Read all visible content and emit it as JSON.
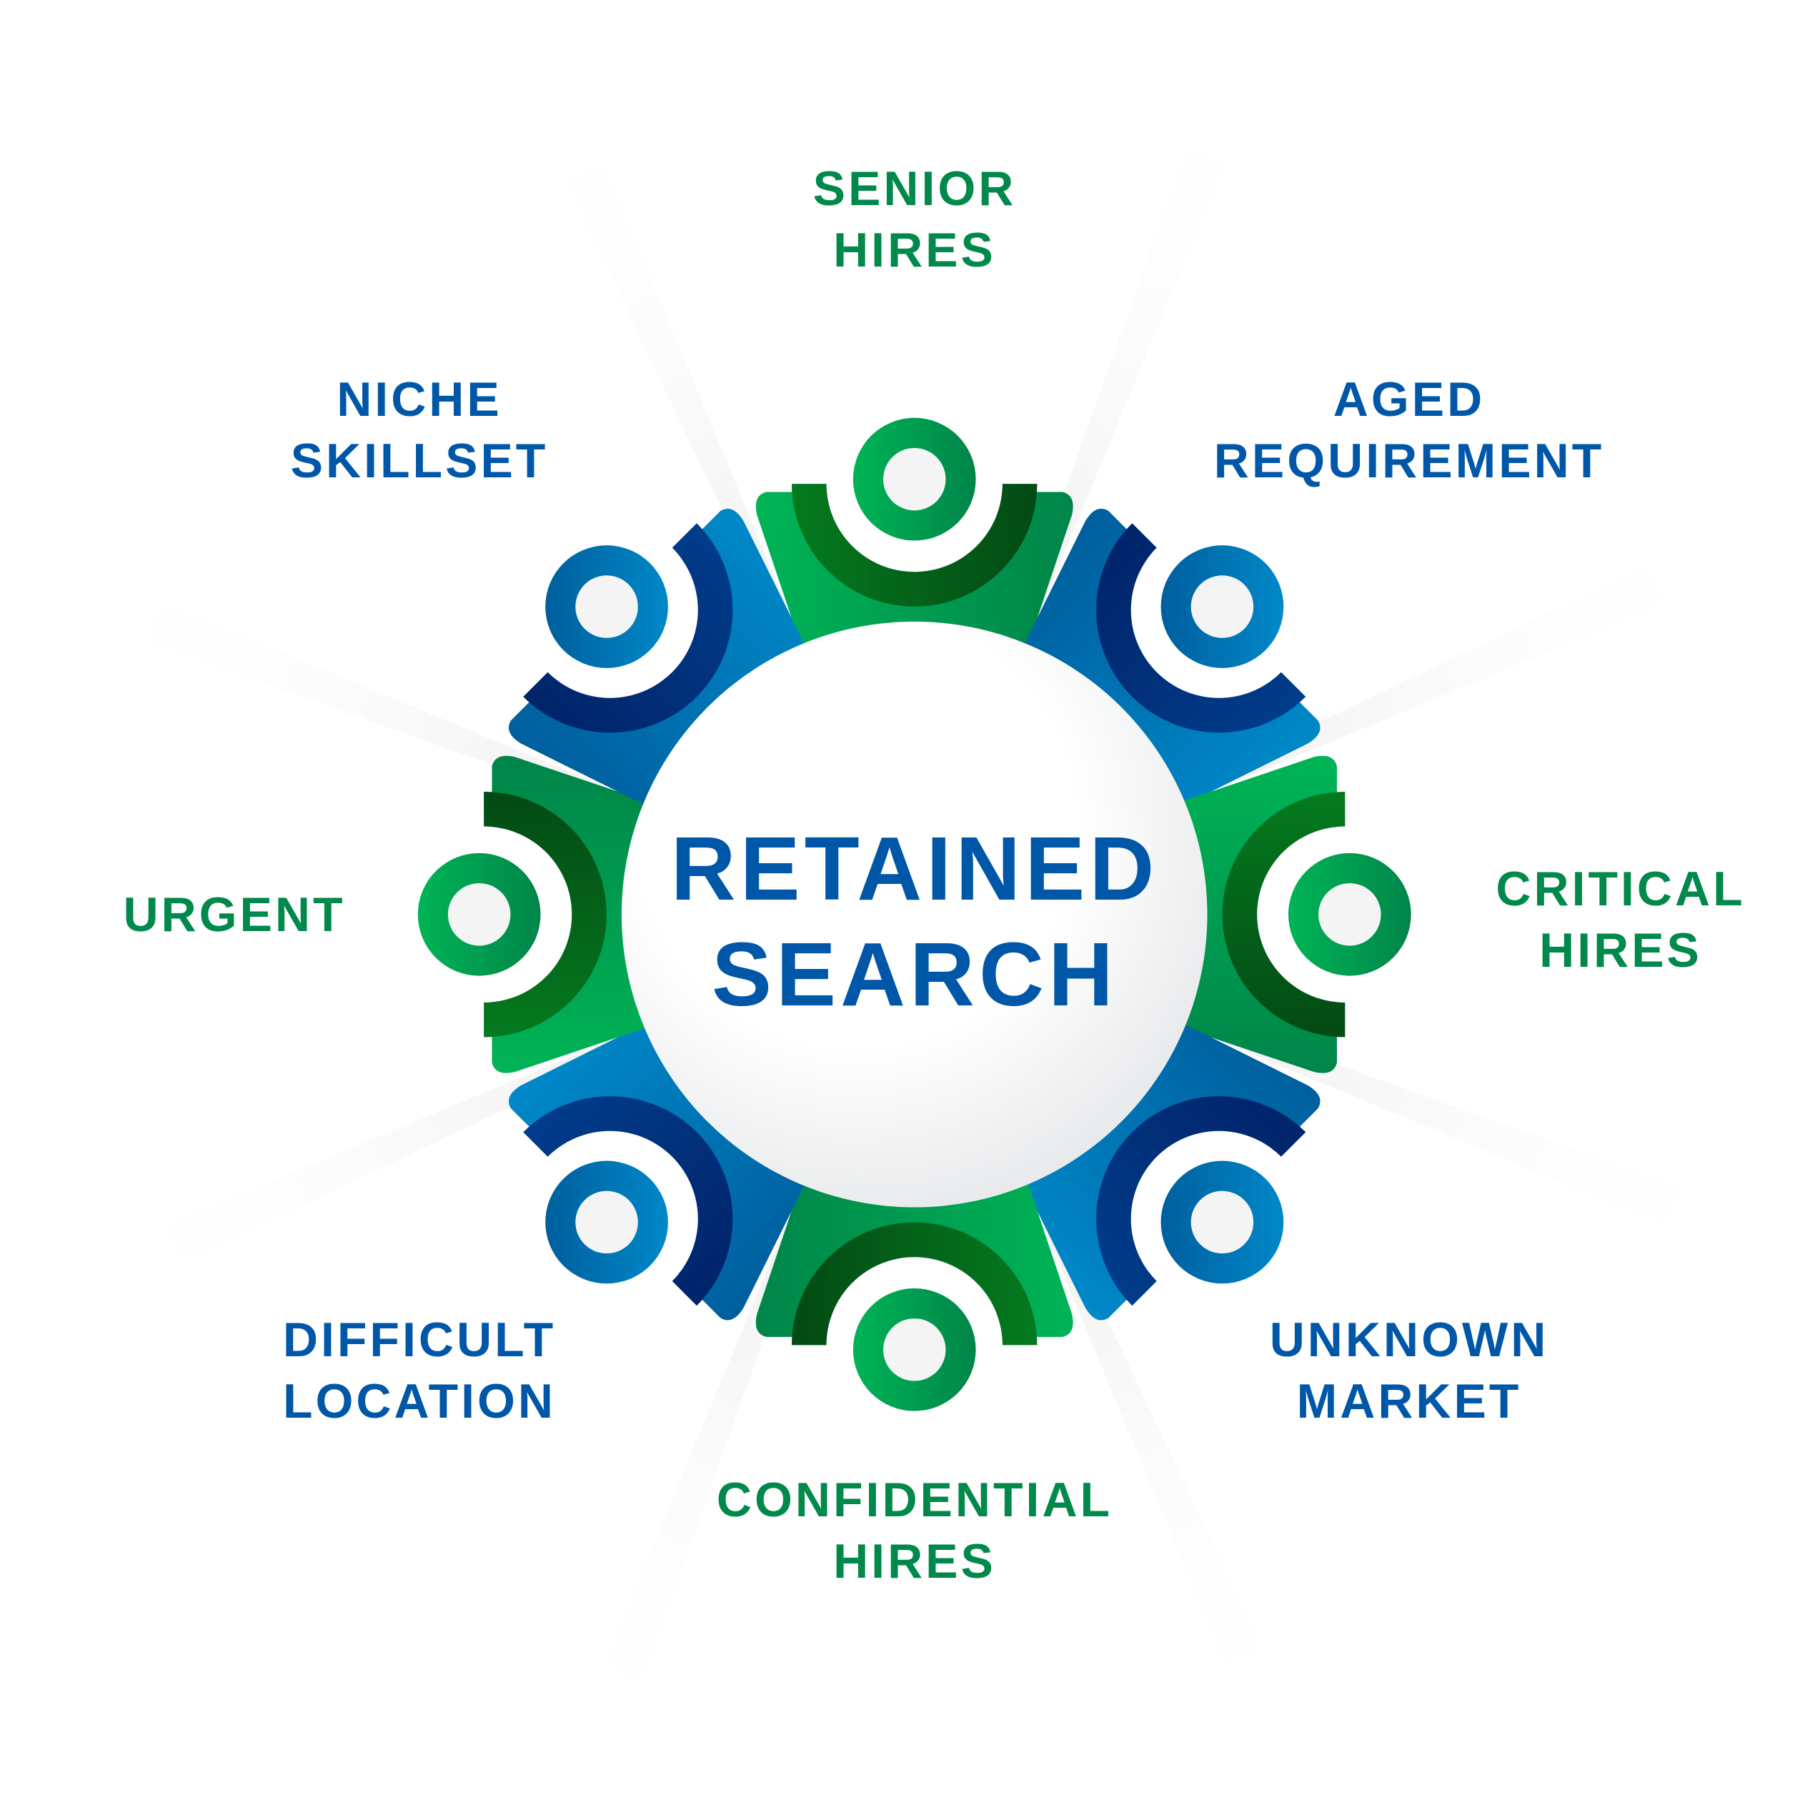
{
  "center": {
    "line1": "RETAINED",
    "line2": "SEARCH"
  },
  "labels": [
    {
      "line1": "SENIOR",
      "line2": "HIRES",
      "color": "green"
    },
    {
      "line1": "AGED",
      "line2": "REQUIREMENT",
      "color": "blue"
    },
    {
      "line1": "CRITICAL",
      "line2": "HIRES",
      "color": "green"
    },
    {
      "line1": "UNKNOWN",
      "line2": "MARKET",
      "color": "blue"
    },
    {
      "line1": "CONFIDENTIAL",
      "line2": "HIRES",
      "color": "green"
    },
    {
      "line1": "DIFFICULT",
      "line2": "LOCATION",
      "color": "blue"
    },
    {
      "line1": "URGENT",
      "line2": "",
      "color": "green"
    },
    {
      "line1": "NICHE",
      "line2": "SKILLSET",
      "color": "blue"
    }
  ],
  "colors": {
    "green": "#00ad50",
    "green_dark": "#008a4a",
    "green_arm": "#046b1e",
    "blue": "#006aad",
    "blue_light": "#0088c8",
    "blue_arm": "#012a6b",
    "text_blue": "#0057a8",
    "text_green": "#00894a"
  }
}
